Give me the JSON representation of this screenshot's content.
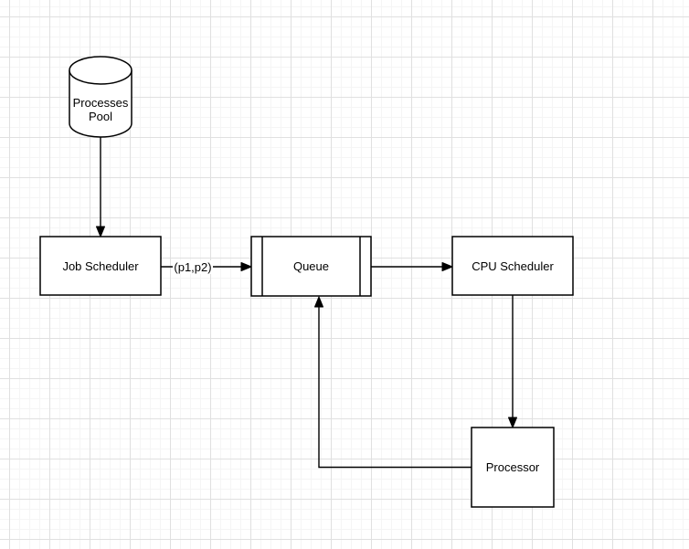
{
  "canvas": {
    "background_color": "#ffffff",
    "grid_minor_color": "#f5f5f5",
    "grid_major_color": "#e0e0e0"
  },
  "diagram": {
    "colors": {
      "node_fill": "#ffffff",
      "node_stroke": "#000000",
      "edge_color": "#000000",
      "text_color": "#000000"
    },
    "nodes": [
      {
        "id": "processes-pool",
        "shape": "cylinder",
        "label": "Processes Pool"
      },
      {
        "id": "job-scheduler",
        "shape": "rectangle",
        "label": "Job Scheduler"
      },
      {
        "id": "queue",
        "shape": "queue",
        "label": "Queue"
      },
      {
        "id": "cpu-scheduler",
        "shape": "rectangle",
        "label": "CPU Scheduler"
      },
      {
        "id": "processor",
        "shape": "rectangle",
        "label": "Processor"
      }
    ],
    "edges": [
      {
        "from": "processes-pool",
        "to": "job-scheduler",
        "label": ""
      },
      {
        "from": "job-scheduler",
        "to": "queue",
        "label": "(p1,p2)"
      },
      {
        "from": "queue",
        "to": "cpu-scheduler",
        "label": ""
      },
      {
        "from": "cpu-scheduler",
        "to": "processor",
        "label": ""
      },
      {
        "from": "processor",
        "to": "queue",
        "label": ""
      }
    ]
  }
}
